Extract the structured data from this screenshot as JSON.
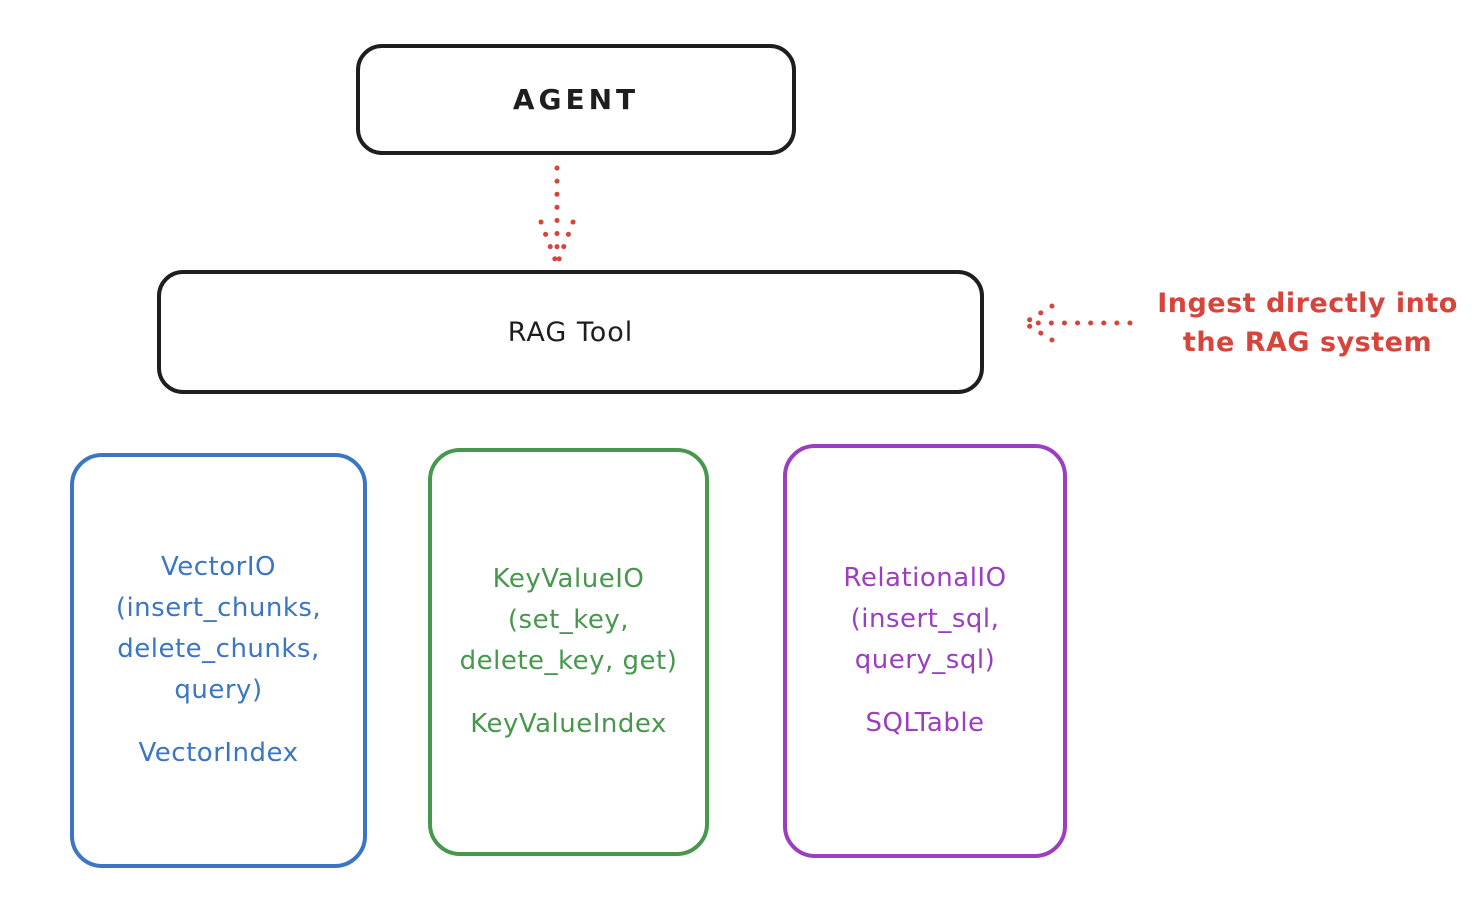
{
  "colors": {
    "ink": "#1e1e1e",
    "red": "#d6453c",
    "blue": "#3b76c4",
    "green": "#47984c",
    "purple": "#9c3ec0",
    "background": "#ffffff"
  },
  "agent": {
    "label": "AGENT"
  },
  "rag_tool": {
    "label": "RAG Tool"
  },
  "annotation": {
    "text": "Ingest directly into\nthe RAG system"
  },
  "arrows": [
    {
      "name": "agent-to-rag-arrow",
      "style": "dotted",
      "color": "#d6453c",
      "direction": "down"
    },
    {
      "name": "annotation-to-rag-arrow",
      "style": "dotted",
      "color": "#d6453c",
      "direction": "left"
    }
  ],
  "storage_boxes": [
    {
      "id": "vector-io",
      "color": "#3b76c4",
      "methods": "VectorIO\n(insert_chunks,\ndelete_chunks,\nquery)",
      "index": "VectorIndex"
    },
    {
      "id": "keyvalue-io",
      "color": "#47984c",
      "methods": "KeyValueIO\n(set_key,\ndelete_key, get)",
      "index": "KeyValueIndex"
    },
    {
      "id": "relational-io",
      "color": "#9c3ec0",
      "methods": "RelationalIO\n(insert_sql,\nquery_sql)",
      "index": "SQLTable"
    }
  ]
}
